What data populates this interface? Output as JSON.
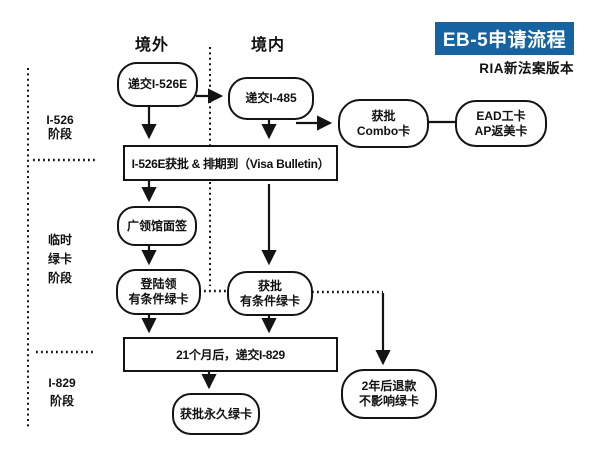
{
  "header": {
    "title": "EB-5申请流程",
    "subtitle": "RIA新法案版本"
  },
  "columns": {
    "outside": "境外",
    "inside": "境内"
  },
  "sidebar": {
    "stages": [
      {
        "lines": [
          "I-526",
          "阶段"
        ]
      },
      {
        "lines": [
          "临时",
          "绿卡",
          "阶段"
        ]
      },
      {
        "lines": [
          "I-829",
          "阶段"
        ]
      }
    ]
  },
  "flow": {
    "submit_i526e": {
      "lines": [
        "递交I-526E"
      ]
    },
    "submit_i485": {
      "lines": [
        "递交I-485"
      ]
    },
    "combo_card": {
      "lines": [
        "获批",
        "Combo卡"
      ]
    },
    "ead_ap_card": {
      "lines": [
        "EAD工卡",
        "AP返美卡"
      ]
    },
    "i526e_approved": {
      "lines": [
        "I-526E获批 & 排期到（Visa Bulletin）"
      ]
    },
    "consulate_interview": {
      "lines": [
        "广领馆面签"
      ]
    },
    "land_conditional": {
      "lines": [
        "登陆领",
        "有条件绿卡"
      ]
    },
    "approved_conditional": {
      "lines": [
        "获批",
        "有条件绿卡"
      ]
    },
    "submit_i829": {
      "lines": [
        "21个月后，递交I-829"
      ]
    },
    "permanent_green_card": {
      "lines": [
        "获批永久绿卡"
      ]
    },
    "refund_note": {
      "lines": [
        "2年后退款",
        "不影响绿卡"
      ]
    }
  },
  "colors": {
    "accent_blue": "#1563a0",
    "line_black": "#141414"
  }
}
